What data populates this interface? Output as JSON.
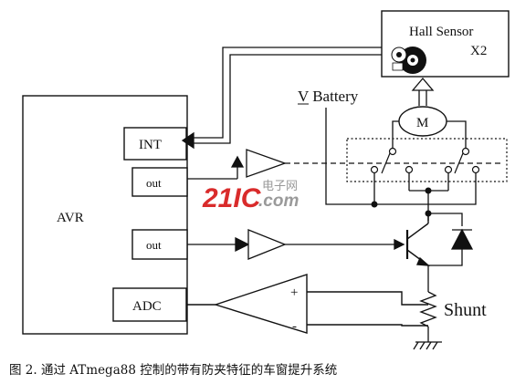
{
  "blocks": {
    "avr": "AVR",
    "int": "INT",
    "out_top": "out",
    "out_mid": "out",
    "adc": "ADC"
  },
  "hall": {
    "title": "Hall Sensor",
    "count": "X2"
  },
  "motor_label": "M",
  "battery_label": "V Battery",
  "shunt_label": "Shunt",
  "opamp": {
    "plus": "+",
    "minus": "-"
  },
  "watermark": {
    "brand": "21IC",
    "cn": "电子网",
    "dotcom": ".com"
  },
  "caption": "图 2. 通过 ATmega88 控制的带有防夹特征的车窗提升系统",
  "colors": {
    "line": "#111111",
    "watermark_red": "#d92b2b",
    "watermark_gray": "#9a9a9a"
  }
}
